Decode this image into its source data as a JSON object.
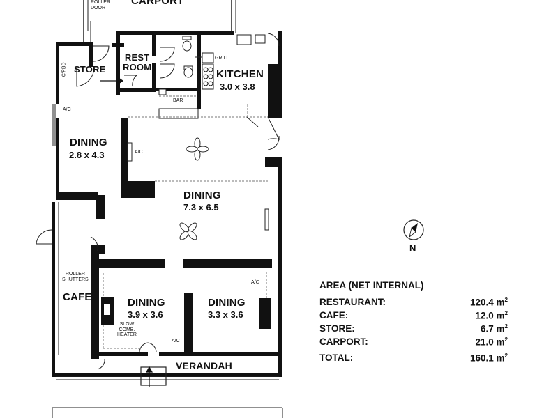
{
  "rooms": {
    "carport": "CARPORT",
    "roller_door": "ROLLER\nDOOR",
    "store": "STORE",
    "cpbd": "C'PBD",
    "rest_room": "REST\nROOM",
    "grill": "GRILL",
    "kitchen": "KITCHEN",
    "kitchen_dim": "3.0 x 3.8",
    "bar": "BAR",
    "dining_a": "DINING",
    "dining_a_dim": "2.8 x 4.3",
    "dining_main": "DINING",
    "dining_main_dim": "7.3 x 6.5",
    "roller_shutters": "ROLLER\nSHUTTERS",
    "cafe": "CAFE",
    "dining_b": "DINING",
    "dining_b_dim": "3.9 x 3.6",
    "dining_c": "DINING",
    "dining_c_dim": "3.3 x 3.6",
    "slow_heater": "SLOW\nCOMB.\nHEATER",
    "verandah": "VERANDAH"
  },
  "ac_labels": [
    "A/C",
    "A/C",
    "A/C",
    "A/C"
  ],
  "north_label": "N",
  "area": {
    "title": "AREA (NET INTERNAL)",
    "rows": [
      {
        "label": "RESTAURANT:",
        "value": "120.4 m",
        "sup": "2"
      },
      {
        "label": "CAFE:",
        "value": "12.0 m",
        "sup": "2"
      },
      {
        "label": "STORE:",
        "value": "6.7 m",
        "sup": "2"
      },
      {
        "label": "CARPORT:",
        "value": "21.0 m",
        "sup": "2"
      }
    ],
    "total": {
      "label": "TOTAL:",
      "value": "160.1 m",
      "sup": "2"
    }
  },
  "colors": {
    "wall": "#111111",
    "thin_line": "#222222",
    "dashed": "#777777",
    "background": "#ffffff"
  },
  "icons": [
    "ceiling-fan-icon",
    "north-arrow-icon",
    "toilet-icon",
    "stove-icon",
    "entry-arrow-icon"
  ]
}
